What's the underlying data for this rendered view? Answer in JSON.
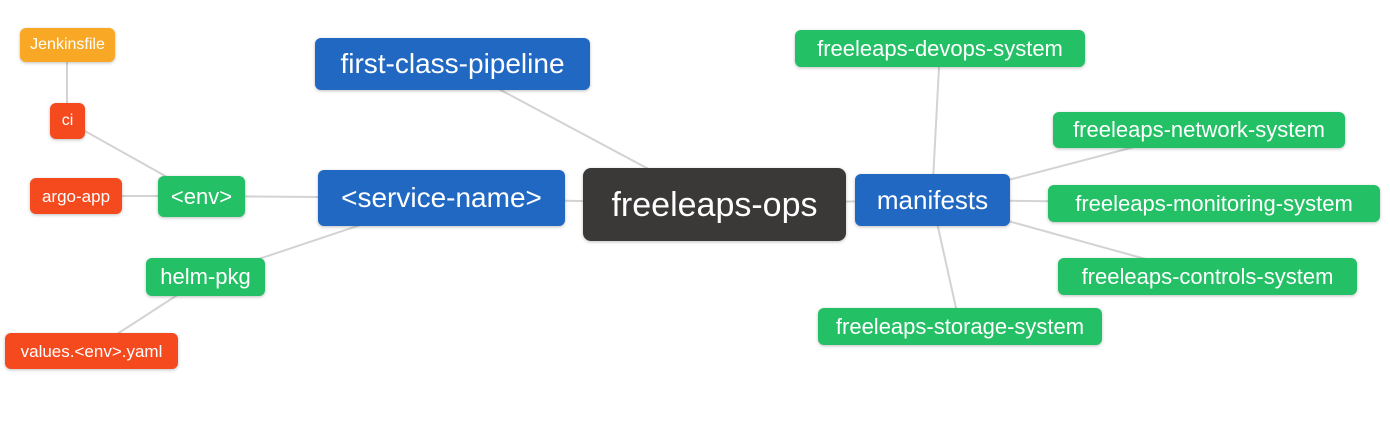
{
  "diagram": {
    "type": "mindmap",
    "root": {
      "label": "freeleaps-ops"
    },
    "nodes": {
      "jenkinsfile": {
        "label": "Jenkinsfile"
      },
      "ci": {
        "label": "ci"
      },
      "argo_app": {
        "label": "argo-app"
      },
      "env": {
        "label": "<env>"
      },
      "helm_pkg": {
        "label": "helm-pkg"
      },
      "values_env": {
        "label": "values.<env>.yaml"
      },
      "pipeline": {
        "label": "first-class-pipeline"
      },
      "service_name": {
        "label": "<service-name>"
      },
      "manifests": {
        "label": "manifests"
      },
      "devops": {
        "label": "freeleaps-devops-system"
      },
      "network": {
        "label": "freeleaps-network-system"
      },
      "monitoring": {
        "label": "freeleaps-monitoring-system"
      },
      "controls": {
        "label": "freeleaps-controls-system"
      },
      "storage": {
        "label": "freeleaps-storage-system"
      }
    },
    "edges": [
      [
        "jenkinsfile",
        "ci"
      ],
      [
        "ci",
        "env"
      ],
      [
        "argo_app",
        "env"
      ],
      [
        "env",
        "service_name"
      ],
      [
        "helm_pkg",
        "service_name"
      ],
      [
        "values_env",
        "helm_pkg"
      ],
      [
        "pipeline",
        "root"
      ],
      [
        "service_name",
        "root"
      ],
      [
        "root",
        "manifests"
      ],
      [
        "manifests",
        "devops"
      ],
      [
        "manifests",
        "network"
      ],
      [
        "manifests",
        "monitoring"
      ],
      [
        "manifests",
        "controls"
      ],
      [
        "manifests",
        "storage"
      ]
    ],
    "colors": {
      "bg": "#ffffff",
      "root_bg": "#3b3838",
      "primary_bg": "#2168c3",
      "secondary_bg": "#23c065",
      "alert_bg": "#f5491e",
      "warning_bg": "#f9a826",
      "edge": "#d3d3d3",
      "text": "#ffffff"
    }
  }
}
